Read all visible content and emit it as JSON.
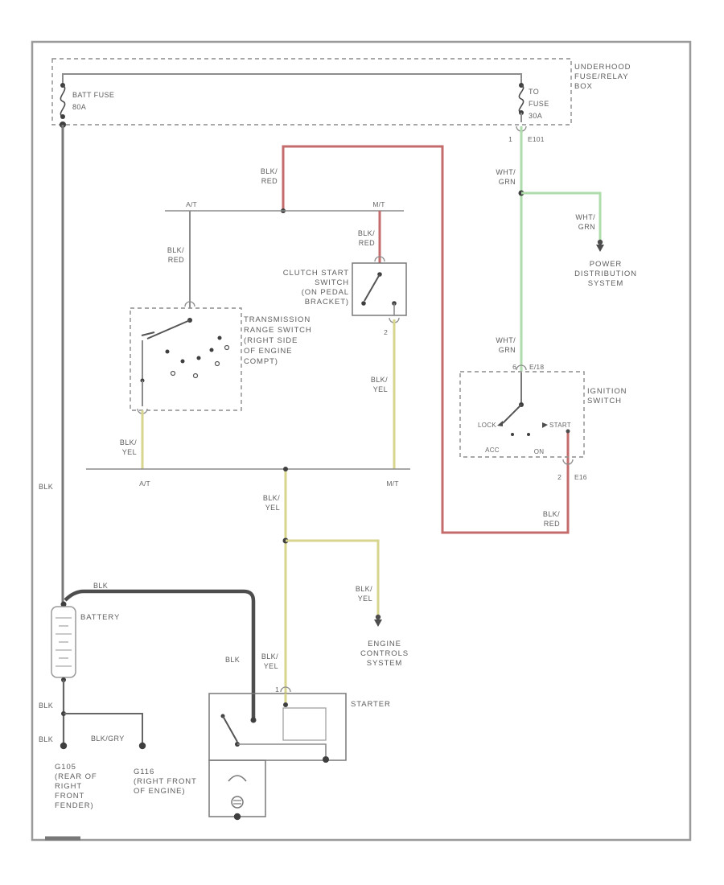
{
  "colors": {
    "green": "#aedcab",
    "red": "#c46c6c",
    "yellow": "#d8d58e",
    "gray": "#8c8c8c",
    "dark": "#4d4d4d",
    "text": "#5e5e5e",
    "border": "#9a9a9a"
  },
  "fuse_box": {
    "title": [
      "UNDERHOOD",
      "FUSE/RELAY",
      "BOX"
    ],
    "batt_fuse": [
      "BATT FUSE",
      "80A"
    ],
    "to_fuse": [
      "TO",
      "FUSE",
      "30A"
    ],
    "pin": "1",
    "connector": "E101"
  },
  "power_distribution": {
    "wire": [
      "WHT/",
      "GRN"
    ],
    "label": [
      "POWER",
      "DISTRIBUTION",
      "SYSTEM"
    ]
  },
  "ignition_feed": {
    "wire_top": [
      "WHT/",
      "GRN"
    ],
    "wire_bottom": [
      "WHT/",
      "GRN"
    ]
  },
  "ignition_switch": {
    "pin_top": "6",
    "connector_top": "E/18",
    "label": [
      "IGNITION",
      "SWITCH"
    ],
    "positions": {
      "lock": "LOCK",
      "start": "START",
      "acc": "ACC",
      "on": "ON"
    },
    "pin_bottom": "2",
    "connector_bottom": "E16",
    "wire_out": [
      "BLK/",
      "RED"
    ]
  },
  "start_feed": {
    "wire": [
      "BLK/",
      "RED"
    ],
    "at_top": "A/T",
    "mt_top": "M/T"
  },
  "transmission_range_switch": {
    "wire_in": [
      "BLK/",
      "RED"
    ],
    "label": [
      "TRANSMISSION",
      "RANGE SWITCH",
      "(RIGHT SIDE",
      "OF ENGINE",
      "COMPT)"
    ],
    "wire_out": [
      "BLK/",
      "YEL"
    ]
  },
  "clutch_start_switch": {
    "wire_in": [
      "BLK/",
      "RED"
    ],
    "label": [
      "CLUTCH START",
      "SWITCH",
      "(ON PEDAL",
      "BRACKET)"
    ],
    "pin": "2",
    "wire_out": [
      "BLK/",
      "YEL"
    ]
  },
  "merge_bus": {
    "at_bottom": "A/T",
    "mt_bottom": "M/T",
    "wire": [
      "BLK/",
      "YEL"
    ]
  },
  "engine_controls": {
    "wire": [
      "BLK/",
      "YEL"
    ],
    "label": [
      "ENGINE",
      "CONTROLS",
      "SYSTEM"
    ]
  },
  "battery": {
    "label": "BATTERY",
    "cable_top": "BLK",
    "cable_left": "BLK",
    "neg_1": "BLK",
    "neg_2": "BLK",
    "ground_branch": "BLK/GRY",
    "g105": [
      "G105",
      "(REAR OF",
      "RIGHT",
      "FRONT",
      "FENDER)"
    ],
    "g116": [
      "G116",
      "(RIGHT FRONT",
      "OF ENGINE)"
    ]
  },
  "starter": {
    "label": "STARTER",
    "pin": "1",
    "wire_batt": "BLK",
    "wire_sig": [
      "BLK/",
      "YEL"
    ]
  }
}
